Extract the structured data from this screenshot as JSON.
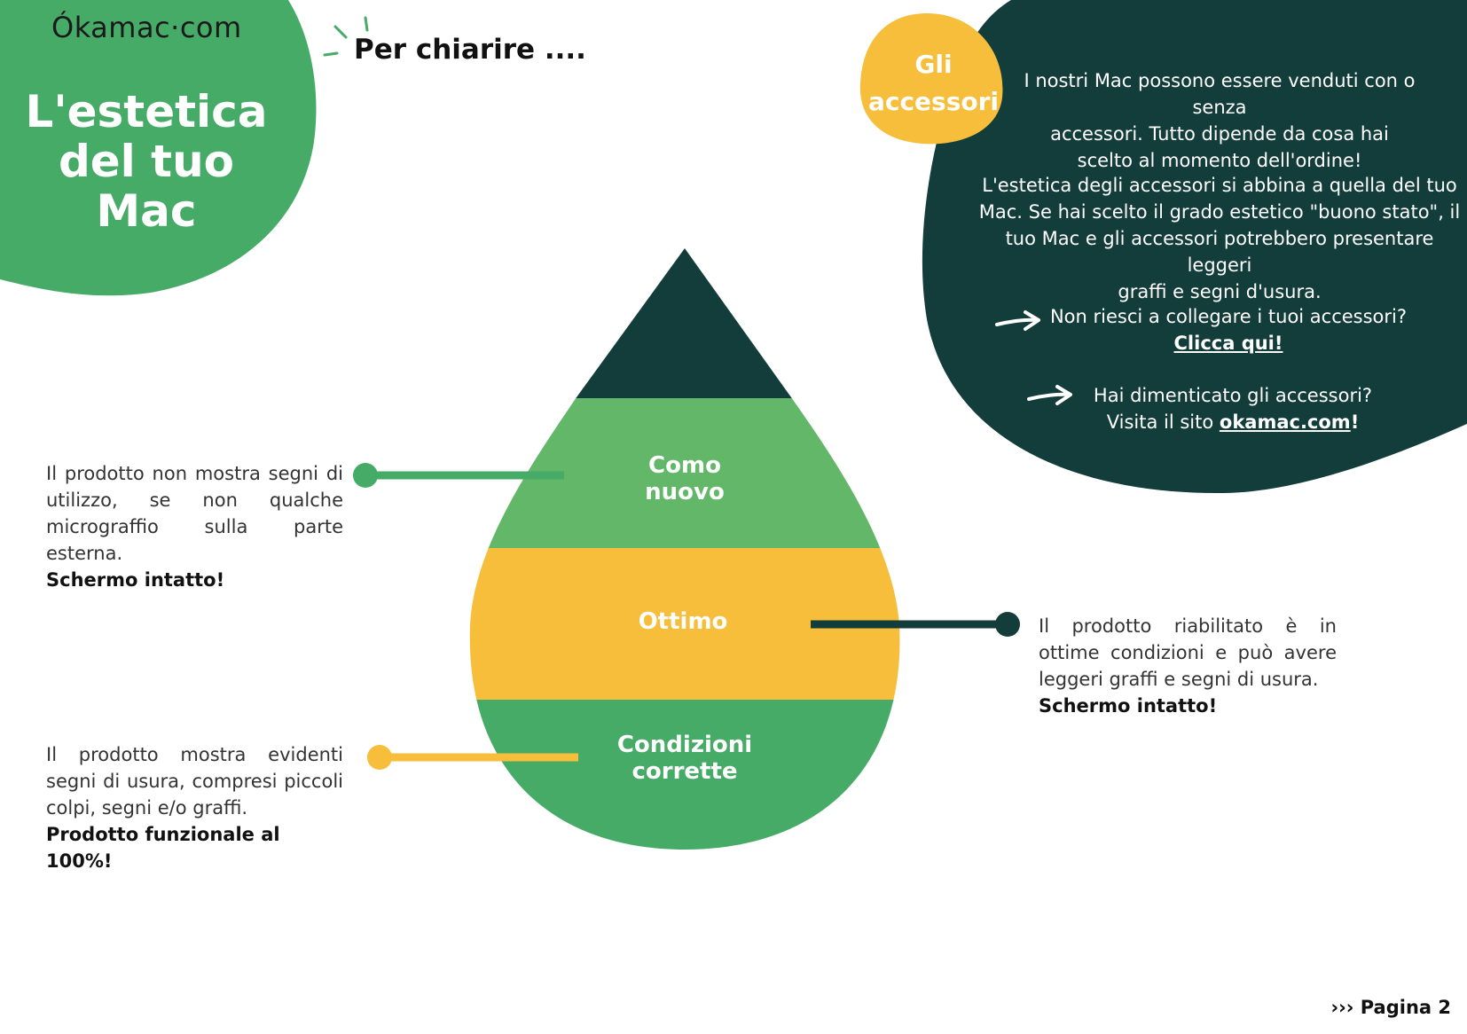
{
  "brand": {
    "logo_text": "Ókamac·com"
  },
  "header": {
    "title_line1": "L'estetica",
    "title_line2": "del tuo Mac",
    "subtitle": "Per chiarire ...."
  },
  "accessories": {
    "badge_line1": "Gli",
    "badge_line2": "accessori",
    "intro": [
      "I nostri Mac possono essere venduti con o senza",
      "accessori. Tutto dipende da cosa hai",
      "scelto al momento dell'ordine!"
    ],
    "aesthetic": [
      "L'estetica degli accessori si abbina a quella del tuo",
      "Mac.  Se hai scelto il grado estetico \"buono stato\", il",
      "tuo Mac e gli accessori potrebbero presentare leggeri",
      "graffi e segni d'usura."
    ],
    "connect_question": "Non riesci a collegare i tuoi accessori?",
    "connect_link": "Clicca qui!",
    "forgot_question": "Hai dimenticato gli accessori?",
    "forgot_prefix": "Visita il sito ",
    "forgot_link": "okamac.com",
    "forgot_suffix": "!"
  },
  "grades": [
    {
      "label_line1": "Como",
      "label_line2": "nuovo",
      "description": "Il prodotto non mostra segni di utilizzo, se non qualche micrograffio sulla parte esterna.",
      "emphasis": "Schermo intatto!"
    },
    {
      "label_line1": "Ottimo",
      "label_line2": "",
      "description": "Il prodotto riabilitato è in ottime condizioni e può avere leggeri graffi e segni di usura.",
      "emphasis": "Schermo intatto!"
    },
    {
      "label_line1": "Condizioni",
      "label_line2": "corrette",
      "description": "Il prodotto mostra evidenti segni di usura, compresi piccoli colpi, segni e/o graffi.",
      "emphasis": "Prodotto funzionale al 100%!"
    }
  ],
  "footer": {
    "page_label": "Pagina 2"
  },
  "colors": {
    "green": "#47ab68",
    "light_green": "#62b769",
    "dark_teal": "#133d3a",
    "yellow": "#f6be3b",
    "white": "#ffffff"
  }
}
